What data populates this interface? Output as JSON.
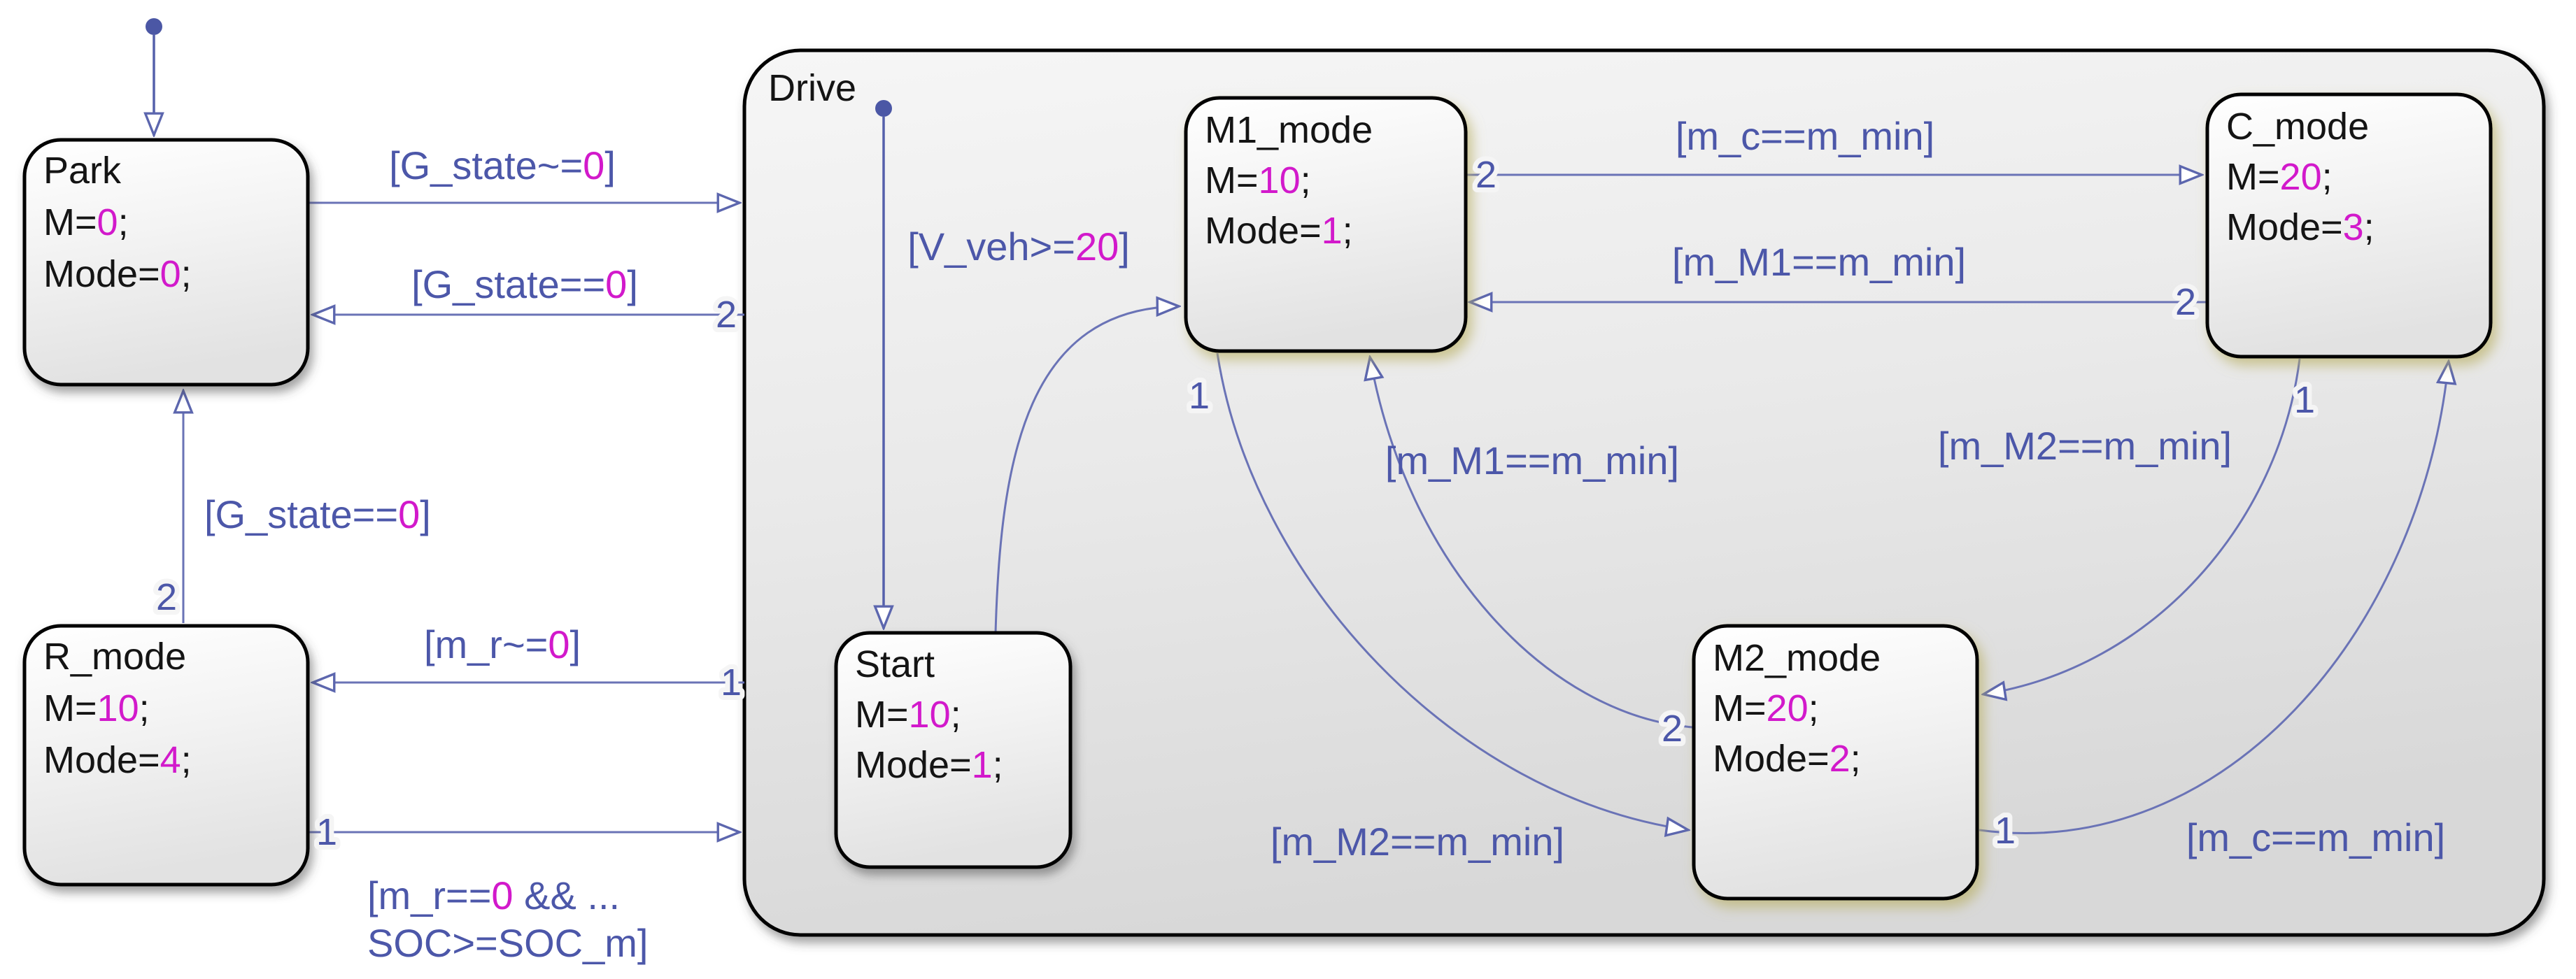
{
  "chart": {
    "tool": "stateflow-state-machine-diagram",
    "colors": {
      "background": "#ffffff",
      "state_border": "#000000",
      "state_fill_top": "#ffffff",
      "state_fill_bottom": "#e2e2e2",
      "drive_fill_top": "#f5f5f5",
      "drive_fill_bottom": "#d8d8d8",
      "transition_line": "#6a73b6",
      "label_blue": "#4c57a9",
      "value_magenta": "#d219cb",
      "inner_state_glow": "#c9c287"
    }
  },
  "states": {
    "park": {
      "title": "Park",
      "m_pre": "M=",
      "m_val": "0",
      "m_post": ";",
      "mode_pre": "Mode=",
      "mode_val": "0",
      "mode_post": ";"
    },
    "r_mode": {
      "title": "R_mode",
      "m_pre": "M=",
      "m_val": "10",
      "m_post": ";",
      "mode_pre": "Mode=",
      "mode_val": "4",
      "mode_post": ";"
    },
    "drive": {
      "title": "Drive"
    },
    "start": {
      "title": "Start",
      "m_pre": "M=",
      "m_val": "10",
      "m_post": ";",
      "mode_pre": "Mode=",
      "mode_val": "1",
      "mode_post": ";"
    },
    "m1_mode": {
      "title": "M1_mode",
      "m_pre": "M=",
      "m_val": "10",
      "m_post": ";",
      "mode_pre": "Mode=",
      "mode_val": "1",
      "mode_post": ";"
    },
    "m2_mode": {
      "title": "M2_mode",
      "m_pre": "M=",
      "m_val": "20",
      "m_post": ";",
      "mode_pre": "Mode=",
      "mode_val": "2",
      "mode_post": ";"
    },
    "c_mode": {
      "title": "C_mode",
      "m_pre": "M=",
      "m_val": "20",
      "m_post": ";",
      "mode_pre": "Mode=",
      "mode_val": "3",
      "mode_post": ";"
    }
  },
  "transitions": {
    "park_drive": {
      "cond_pre": "[G_state~=",
      "cond_val": "0",
      "cond_post": "]"
    },
    "drive_park": {
      "order": "2",
      "cond_pre": "[G_state==",
      "cond_val": "0",
      "cond_post": "]"
    },
    "r_park": {
      "order": "2",
      "cond_pre": "[G_state==",
      "cond_val": "0",
      "cond_post": "]"
    },
    "drive_r": {
      "order": "1",
      "cond_pre": "[m_r~=",
      "cond_val": "0",
      "cond_post": "]"
    },
    "r_drive": {
      "order": "1",
      "cond1_pre": "[m_r==",
      "cond1_val": "0",
      "cond1_post": " && ...",
      "cond2": "SOC>=SOC_m]"
    },
    "start_m1": {
      "cond_pre": "[V_veh>=",
      "cond_val": "20",
      "cond_post": "]"
    },
    "m1_c": {
      "order": "2",
      "cond": "[m_c==m_min]"
    },
    "c_m1": {
      "order": "2",
      "cond": "[m_M1==m_min]"
    },
    "m1_m2": {
      "order": "1",
      "cond": "[m_M2==m_min]"
    },
    "m2_m1": {
      "order": "2",
      "cond": "[m_M1==m_min]"
    },
    "c_m2": {
      "order": "1",
      "cond": "[m_M2==m_min]"
    },
    "m2_c": {
      "order": "1",
      "cond": "[m_c==m_min]"
    }
  }
}
